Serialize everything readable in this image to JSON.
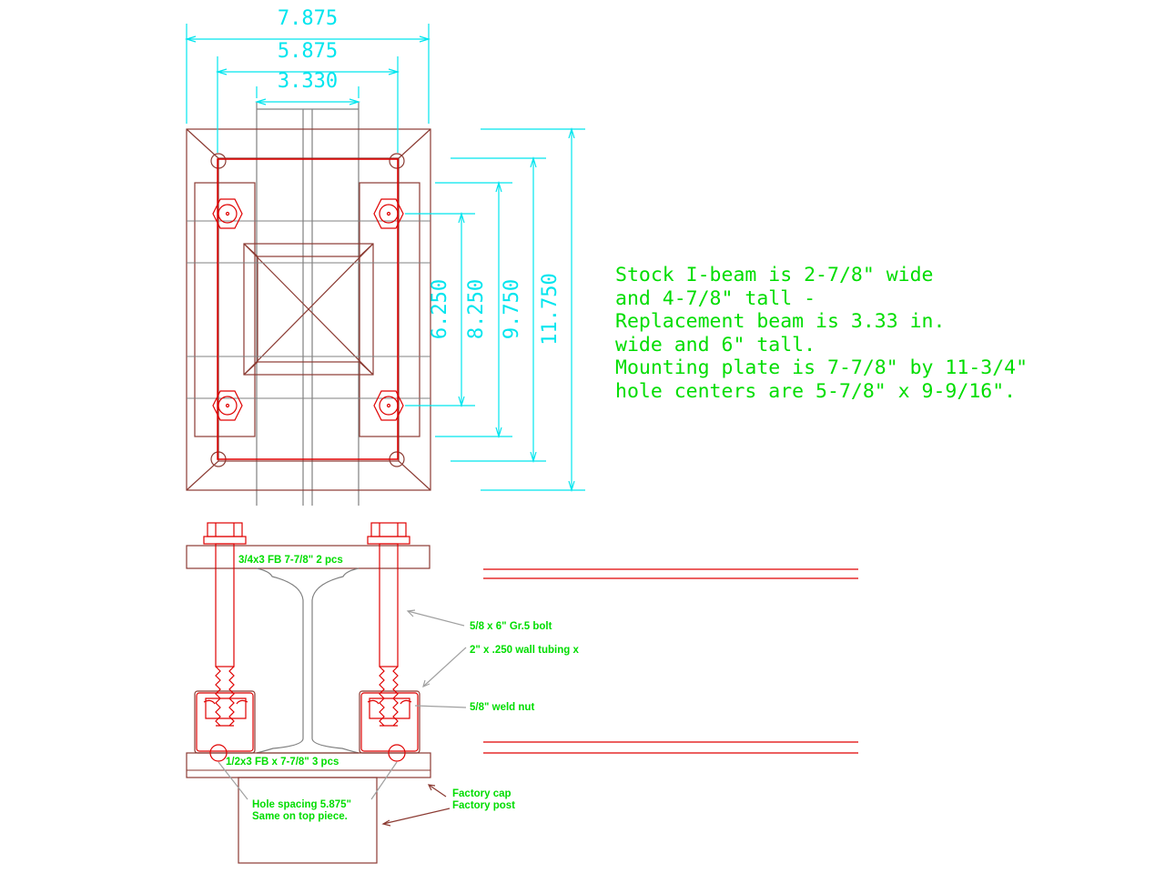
{
  "colors": {
    "dimension": "#00e5ee",
    "outline": "#8b3a32",
    "part": "#e00000",
    "grid": "#808080",
    "note": "#00dd00",
    "leader": "#a0a0a0",
    "leader_dark": "#8b3a32"
  },
  "plan_dimensions": {
    "width_overall": "7.875",
    "hole_spacing_x": "5.875",
    "beam_width": "3.330",
    "height_inner": "6.250",
    "height_holes": "8.250",
    "height_outer": "9.750",
    "height_overall": "11.750"
  },
  "notes": [
    "Stock I-beam is 2-7/8\" wide",
    "and 4-7/8\" tall -",
    "Replacement beam is 3.33 in.",
    "wide and 6\" tall.",
    "Mounting plate is 7-7/8\" by 11-3/4\"",
    "hole centers are 5-7/8\" x 9-9/16\"."
  ],
  "section_labels": {
    "top_plate": "3/4x3 FB 7-7/8\" 2 pcs",
    "bolt": "5/8 x 6\" Gr.5 bolt",
    "tubing": "2\" x .250 wall tubing x",
    "weld_nut": "5/8\" weld nut",
    "bottom_plate": "1/2x3 FB x 7-7/8\" 3 pcs",
    "hole_spacing_line1": "Hole spacing 5.875\"",
    "hole_spacing_line2": "Same on top piece.",
    "factory_cap": "Factory cap",
    "factory_post": "Factory post"
  }
}
